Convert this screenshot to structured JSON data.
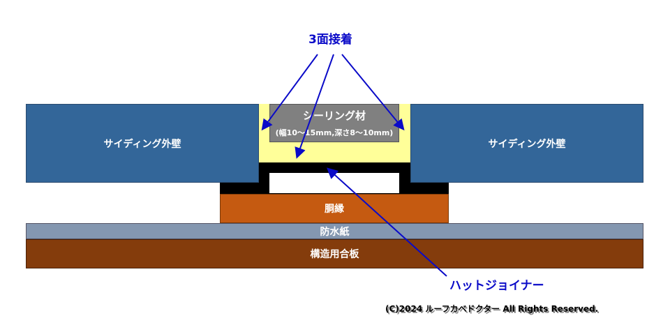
{
  "labels": {
    "three_side": "3面接着",
    "siding_left": "サイディング外壁",
    "siding_right": "サイディング外壁",
    "sealant": "シーリング材",
    "sealant_spec": "(幅10～15mm,深さ8～10mm)",
    "furring": "胴縁",
    "waterproof": "防水紙",
    "plywood": "構造用合板",
    "hat_joiner": "ハットジョイナー"
  },
  "copyright": "(C)2024 ルーフカベドクター All Rights Reserved.",
  "colors": {
    "siding": "#336699",
    "sealant_backer": "#ffff99",
    "sealant": "#808080",
    "furring": "#c55a11",
    "waterproof": "#8497b0",
    "plywood": "#843c0c",
    "arrow": "#0a0ac8"
  }
}
